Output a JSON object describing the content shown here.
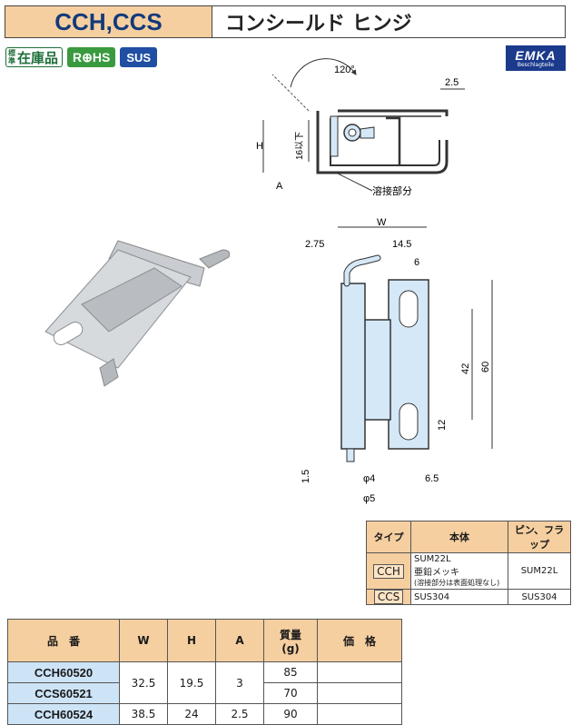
{
  "header": {
    "code": "CCH,CCS",
    "name": "コンシールド ヒンジ"
  },
  "badges": {
    "stock_small_1": "標",
    "stock_small_2": "準",
    "stock_big": "在庫品",
    "rohs": "R⊕HS",
    "sus": "SUS"
  },
  "logo": {
    "brand": "EMKA",
    "tagline": "Beschlagteile"
  },
  "drawing_top": {
    "angle": "120°",
    "dim_25": "2.5",
    "dim_h": "H",
    "dim_16": "16以下",
    "dim_a": "A",
    "weld_label": "溶接部分"
  },
  "drawing_front": {
    "w": "W",
    "d275": "2.75",
    "d145": "14.5",
    "d6": "6",
    "d42": "42",
    "d60": "60",
    "d12": "12",
    "d15": "1.5",
    "phi4": "φ4",
    "d65": "6.5",
    "phi5": "φ5"
  },
  "spec_table": {
    "headers": [
      "タイプ",
      "本体",
      "ピン、フラップ"
    ],
    "rows": [
      {
        "type": "CCH",
        "body_1": "SUM22L",
        "body_2": "亜鉛メッキ",
        "body_3": "(溶接部分は表面処理なし)",
        "pin": "SUM22L"
      },
      {
        "type": "CCS",
        "body_1": "SUS304",
        "pin": "SUS304"
      }
    ]
  },
  "main_table": {
    "headers": {
      "part": "品　番",
      "w": "W",
      "h": "H",
      "a": "A",
      "mass_1": "質量",
      "mass_2": "(g)",
      "price": "価　格"
    },
    "rows": [
      {
        "part": "CCH60520",
        "w": "32.5",
        "h": "19.5",
        "a": "3",
        "mass": "85",
        "price": ""
      },
      {
        "part": "CCS60521",
        "mass": "70",
        "price": ""
      },
      {
        "part": "CCH60524",
        "w": "38.5",
        "h": "24",
        "a": "2.5",
        "mass": "90",
        "price": ""
      }
    ]
  },
  "colors": {
    "accent": "#f5cfa0",
    "part_blue": "#cde4f7",
    "drawing_fill": "#d5e8f7"
  }
}
